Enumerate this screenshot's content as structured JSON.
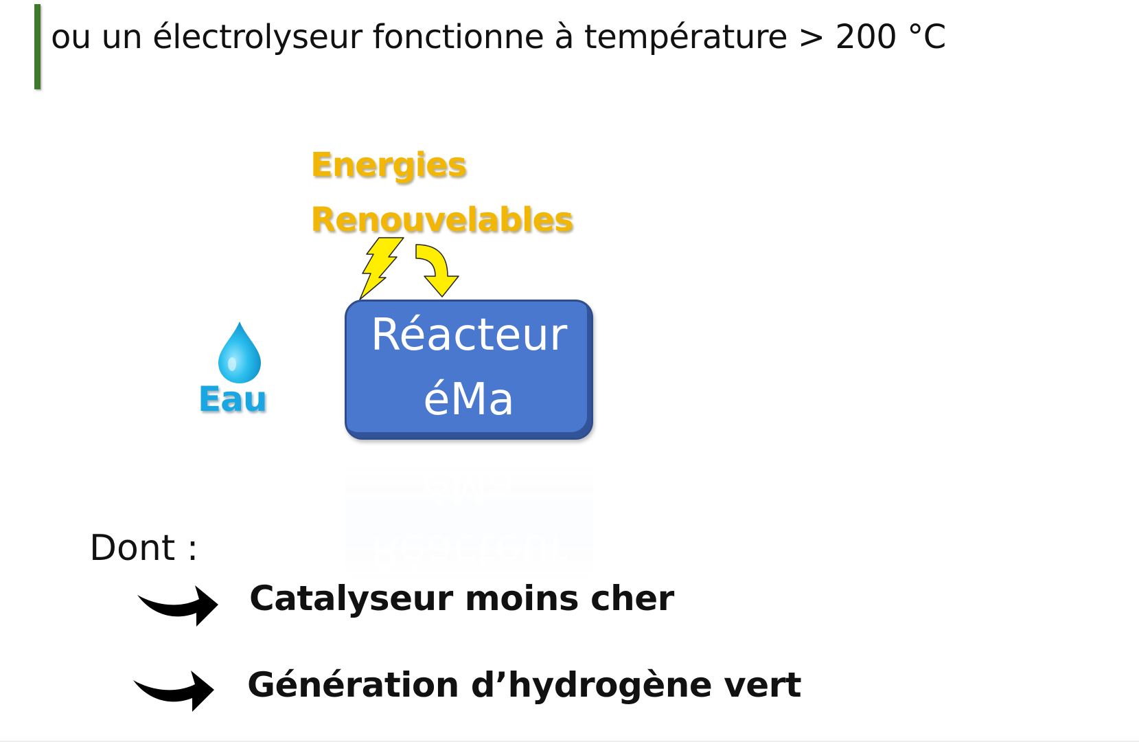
{
  "slide": {
    "headline": "ou un électrolyseur fonctionne à température > 200 °C",
    "energy_label": {
      "line1": "Energies",
      "line2": "Renouvelables"
    },
    "reactor": {
      "line1": "Réacteur",
      "line2": "éMa"
    },
    "water_label": "Eau",
    "dont_label": "Dont :",
    "benefits": [
      "Catalyseur moins cher",
      "Génération d’hydrogène vert"
    ]
  },
  "colors": {
    "accent_bar": "#3f7a2a",
    "energy_text": "#f2b705",
    "lightning": "#ffee00",
    "reactor_fill": "#4a78cf",
    "reactor_border": "#2f4d8c",
    "water": "#1aa6e0",
    "text": "#111111"
  },
  "icons": {
    "lightning": "lightning-bolt-icon",
    "curved_arrow": "curved-arrow-down-icon",
    "water_drop": "water-drop-icon",
    "bullet_arrow": "swoosh-arrow-icon"
  }
}
